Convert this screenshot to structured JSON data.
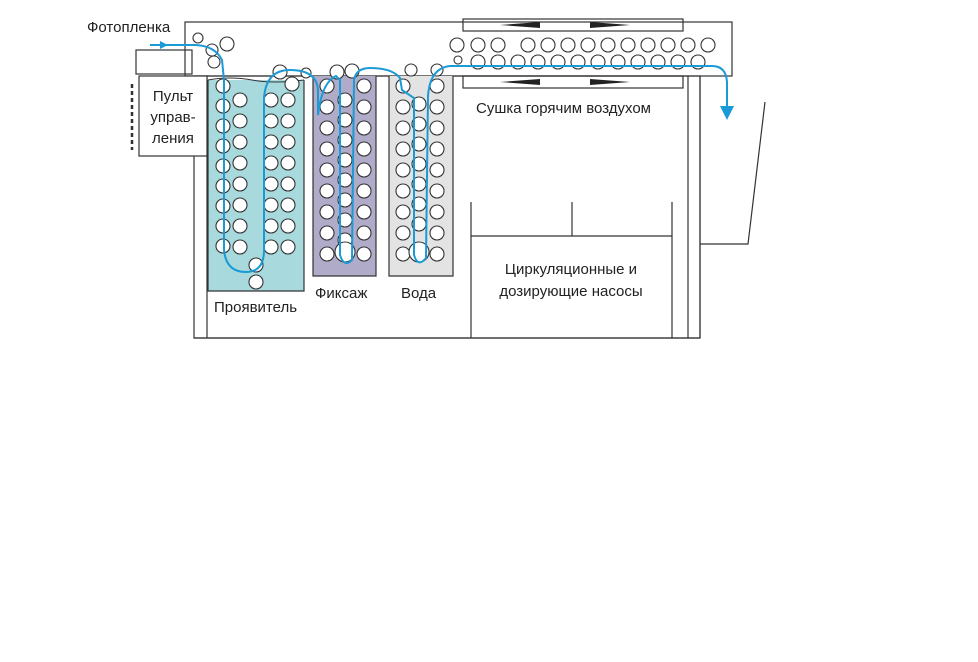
{
  "labels": {
    "film": "Фотопленка",
    "control_panel": [
      "Пульт",
      "управ-",
      "ления"
    ],
    "dryer": "Сушка горячим воздухом",
    "developer": "Проявитель",
    "fixer": "Фиксаж",
    "water": "Вода",
    "pumps": [
      "Циркуляционные и",
      "дозирующие насосы"
    ]
  },
  "colors": {
    "developer_tank": "#a8d9dc",
    "fixer_tank": "#b0abc9",
    "water_tank": "#e3e3e3",
    "film_path": "#1a9ad6",
    "outline": "#333333"
  }
}
